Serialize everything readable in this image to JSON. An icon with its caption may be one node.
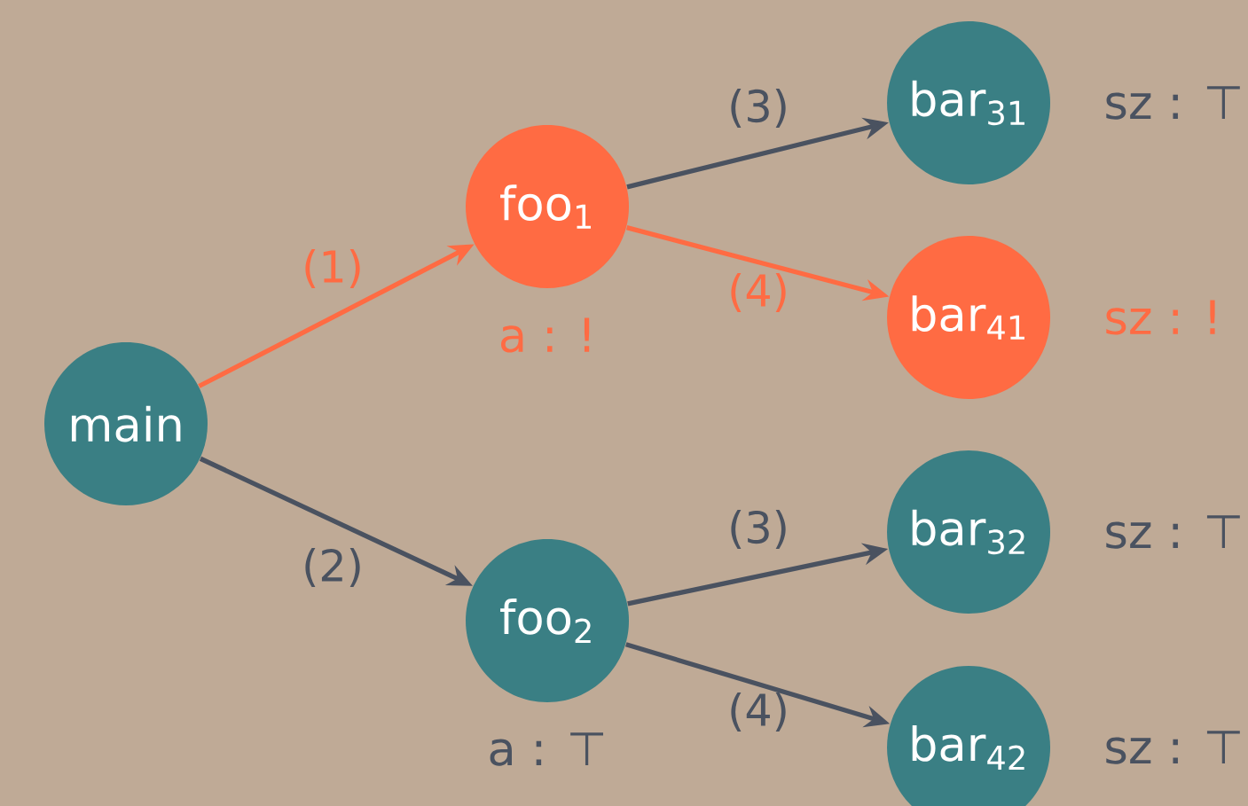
{
  "diagram": {
    "nodes": [
      {
        "text": [
          "main"
        ]
      },
      {
        "text": [
          "foo$_{1}$"
        ],
        "beside": [
          "a : !"
        ]
      },
      {
        "text": [
          "foo$_{2}$"
        ],
        "beside": [
          "a : ⊤"
        ]
      },
      {
        "text": [
          "bar$_{31}$"
        ],
        "beside": [
          "sz : ⊤"
        ]
      },
      {
        "text": [
          "bar$_{41}$"
        ],
        "beside": [
          "sz : !"
        ]
      },
      {
        "text": [
          "bar$_{32}$"
        ],
        "beside": [
          "sz : ⊤"
        ]
      },
      {
        "text": [
          "bar$_{42}$"
        ],
        "beside": [
          "sz : ⊤"
        ]
      }
    ],
    "edges": [
      {
        "from": 0,
        "to": 1,
        "arrow": "to",
        "label": "(1)",
        "color": "#ff6b43"
      },
      {
        "from": 0,
        "to": 2,
        "arrow": "to",
        "label": "(2)"
      },
      {
        "from": 1,
        "to": 3,
        "arrow": "to",
        "label": "(3)"
      },
      {
        "from": 1,
        "to": 4,
        "arrow": "to",
        "label": "(4)",
        "color": "#ff6b43"
      },
      {
        "from": 2,
        "to": 5,
        "arrow": "to",
        "label": "(3)"
      },
      {
        "from": 2,
        "to": 6,
        "arrow": "to",
        "label": "(4)"
      }
    ]
  }
}
